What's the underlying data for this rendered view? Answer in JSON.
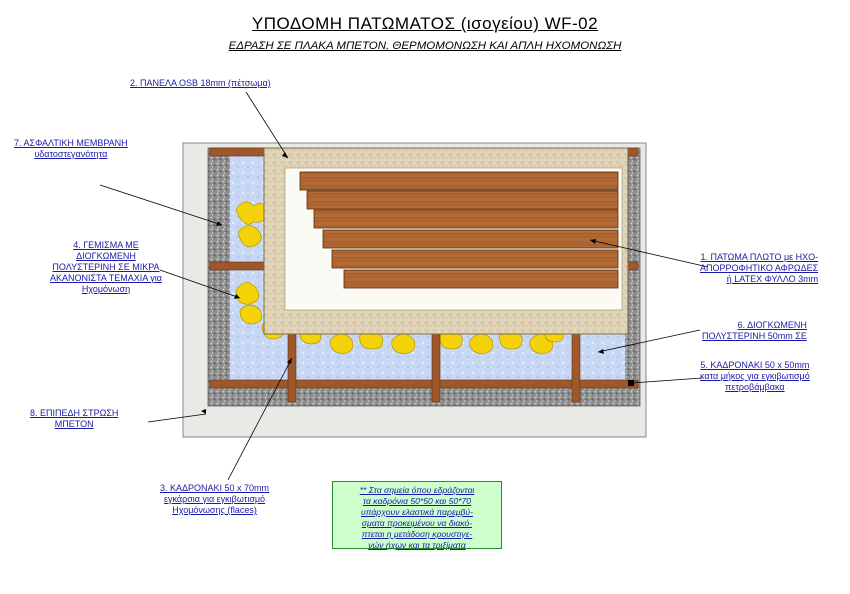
{
  "title": "ΥΠΟΔΟΜΗ ΠΑΤΩΜΑΤΟΣ  (ισογείου)  WF-02",
  "subtitle": "ΕΔΡΑΣΗ ΣΕ ΠΛΑΚΑ ΜΠΕΤΟΝ, ΘΕΡΜΟΜΟΝΩΣΗ ΚΑΙ ΑΠΛΗ ΗΧΟΜΟΝΩΣΗ",
  "labels": {
    "l1": [
      "1. ΠΑΤΩΜΑ ΠΛΩΤΟ με ΗΧΟ-",
      "ΑΠΟΡΡΟΦΗΤΙΚΟ ΑΦΡΩΔΕΣ",
      "ή LATEX ΦΥΛΛΟ 3mm"
    ],
    "l2": [
      "2.  ΠΑΝΕΛΑ OSB 18mm  (πέτσωμα)"
    ],
    "l3": [
      "3. ΚΑΔΡΟΝΑΚΙ 50 x 70mm",
      "εγκάρσια για εγκιβωτισμό",
      "Ηχομόνωσης (flaces)"
    ],
    "l4": [
      "4. ΓΕΜΙΣΜΑ ΜΕ",
      "ΔΙΟΓΚΩΜΕΝΗ",
      "ΠΟΛΥΣΤΕΡΙΝΗ ΣΕ ΜΙΚΡΑ",
      "ΑΚΑΝΟΝΙΣΤΑ ΤΕΜΑΧΙΑ για",
      "Ηχομόνωση"
    ],
    "l5": [
      "5.  ΚΑΔΡΟΝΑΚΙ 50 x 50mm",
      "κατα μήκος για εγκιβωτισμό",
      "πετροβάμβακα"
    ],
    "l6": [
      "6. ΔΙΟΓΚΩΜΕΝΗ",
      "ΠΟΛΥΣΤΕΡΙΝΗ 50mm ΣΕ"
    ],
    "l7": [
      "7. ΑΣΦΑΛΤΙΚΗ ΜΕΜΒΡΑΝΗ",
      "υδατοστεγανότητα"
    ],
    "l8": [
      "8. ΕΠΙΠΕΔΗ ΣΤΡΩΣΗ",
      "ΜΠΕΤΟΝ"
    ]
  },
  "note": [
    "** Στα σημεία όπου εδράζονται",
    "τα καδρόνια 50*50 και 50*70",
    "υπάρχουν ελαστικά παρεμβύ-",
    "σματα προκειμένου να διακό-",
    "πτεται η μετάδοση κρουστιγε-",
    "νών ήχων και τα τριξίματα"
  ],
  "colors": {
    "concrete": "#e8e8e4",
    "gravel": "#9a9a9a",
    "insulation": "#c8d8f4",
    "battens": "#a0582a",
    "filling": "#f4d20a",
    "osb": "#e0d4b8",
    "floor_boards": "#b46a34",
    "note_bg": "#ccffcc"
  }
}
